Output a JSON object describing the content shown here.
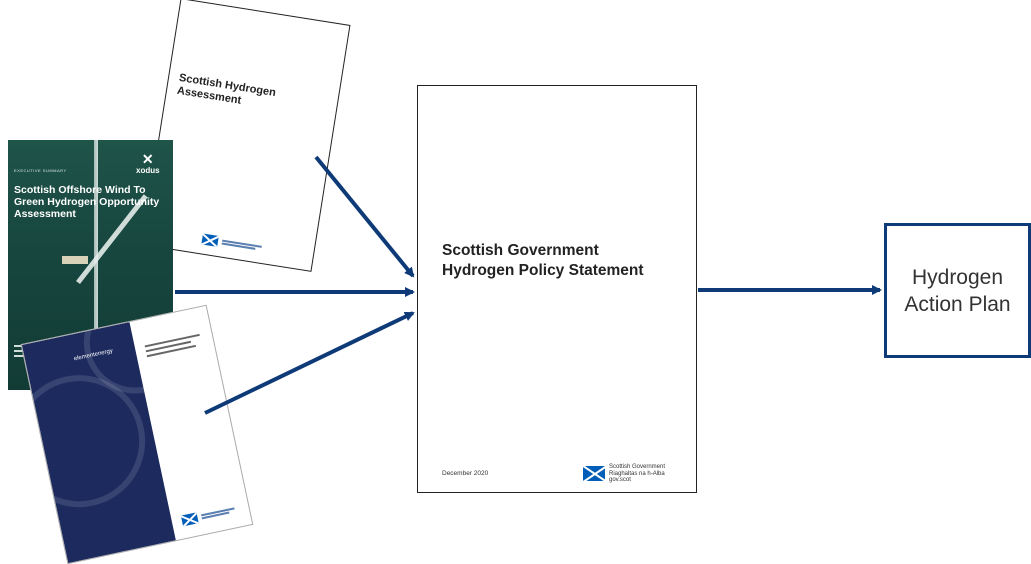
{
  "colors": {
    "arrow": "#0e3b78",
    "wind_cover": "#1a4d44",
    "element_cover": "#1c2a5e",
    "gov_blue": "#005eb8"
  },
  "assessment_doc": {
    "title": "Scottish Hydrogen Assessment"
  },
  "wind_doc": {
    "kicker": "EXECUTIVE SUMMARY",
    "title": "Scottish Offshore Wind To Green Hydrogen Opportunity Assessment",
    "brand": "xodus"
  },
  "element_doc": {
    "brand": "elementenergy"
  },
  "policy_doc": {
    "title_line1": "Scottish Government",
    "title_line2": "Hydrogen Policy Statement",
    "date": "December 2020",
    "gov_name": "Scottish Government",
    "gov_gaelic": "Riaghaltas na h-Alba",
    "gov_web": "gov.scot"
  },
  "action_plan": {
    "line1": "Hydrogen",
    "line2": "Action Plan"
  }
}
